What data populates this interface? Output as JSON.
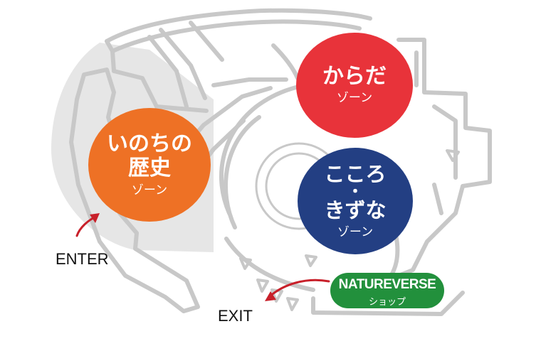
{
  "zones": {
    "history": {
      "title_line1": "いのちの",
      "title_line2": "歴史",
      "suffix": "ゾーン",
      "color": "#ee7125"
    },
    "body": {
      "title": "からだ",
      "suffix": "ゾーン",
      "color": "#e8333a"
    },
    "heart": {
      "title_line1": "こころ",
      "separator": "・",
      "title_line2": "きずな",
      "suffix": "ゾーン",
      "color": "#233f83"
    }
  },
  "labels": {
    "enter": "ENTER",
    "exit": "EXIT"
  },
  "shop": {
    "name": "NATUREVERSE",
    "kind": "ショップ",
    "color": "#22903c"
  },
  "colors": {
    "outline": "#c8c8c8",
    "shade": "#e6e6e6",
    "arrow": "#c8202a"
  }
}
